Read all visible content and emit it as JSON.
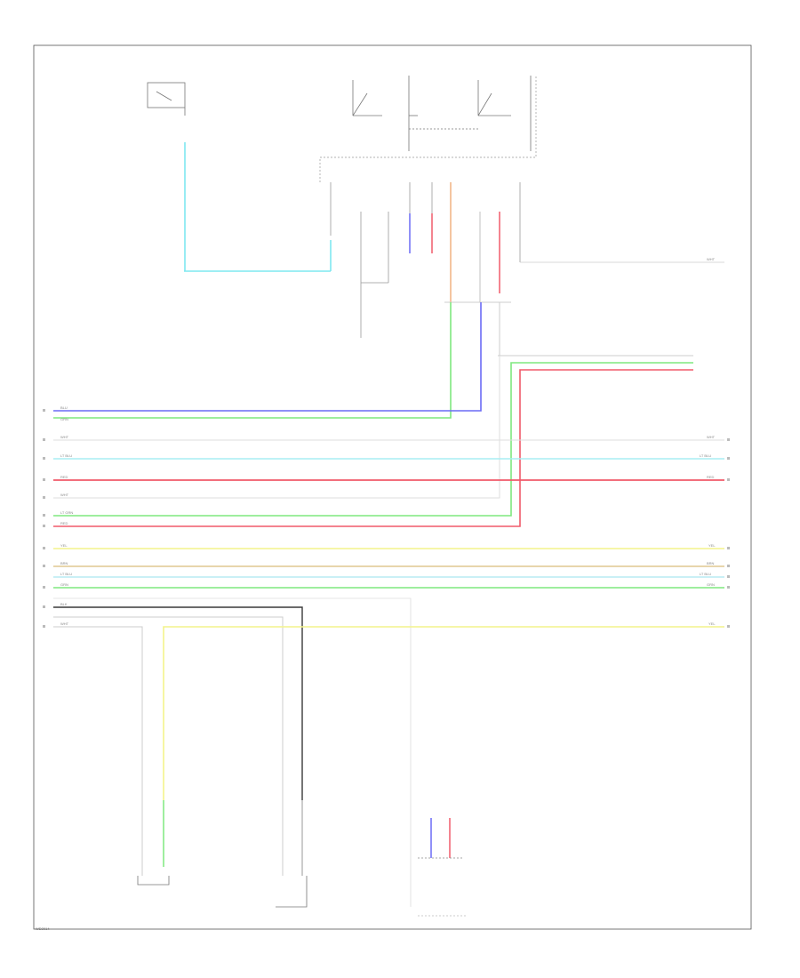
{
  "figure_code": "",
  "footer_code": "WD2014",
  "colors": {
    "sky_blue": "#7fe8f0",
    "blue": "#6a6af5",
    "green": "#7fe87f",
    "red": "#f05a6a",
    "yellow": "#f4f48c",
    "orange": "#f0b280",
    "tan": "#e0c890",
    "light_blue": "#b8ecf4",
    "grey": "#c8c8c8",
    "black": "#3a3a3a"
  },
  "wire_codes": {
    "blue": "BLU",
    "green": "GRN",
    "white": "WHT",
    "lt_blu": "LT BLU",
    "red": "RED",
    "lt_grn": "LT GRN",
    "yel": "YEL",
    "brn": "BRN",
    "blk": "BLK"
  }
}
